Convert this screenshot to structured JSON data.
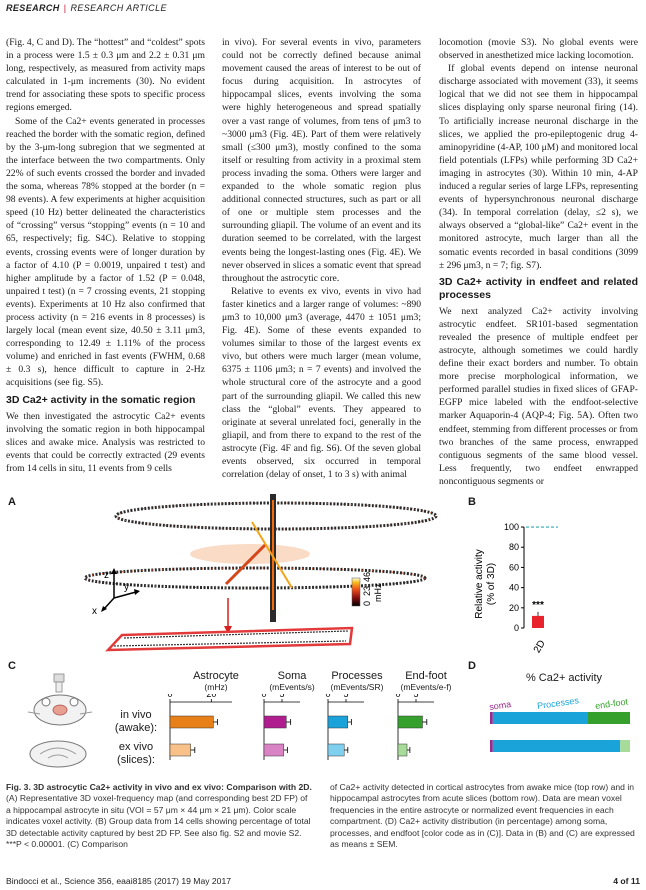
{
  "header": {
    "journal": "RESEARCH",
    "section": "RESEARCH ARTICLE"
  },
  "col1": [
    "(Fig. 4, C and D). The “hottest” and “coldest” spots in a process were 1.5 ± 0.3 μm and 2.2 ± 0.31 μm long, respectively, as measured from activity maps calculated in 1-μm increments (30). No evident trend for associating these spots to specific process regions emerged.",
    "Some of the Ca2+ events generated in processes reached the border with the somatic region, defined by the 3-μm-long subregion that we segmented at the interface between the two compartments. Only 22% of such events crossed the border and invaded the soma, whereas 78% stopped at the border (n = 98 events). A few experiments at higher acquisition speed (10 Hz) better delineated the characteristics of “crossing” versus “stopping” events (n = 10 and 65, respectively; fig. S4C). Relative to stopping events, crossing events were of longer duration by a factor of 4.10 (P = 0.0019, unpaired t test) and higher amplitude by a factor of 1.52 (P = 0.048, unpaired t test) (n = 7 crossing events, 21 stopping events). Experiments at 10 Hz also confirmed that process activity (n = 216 events in 8 processes) is largely local (mean event size, 40.50 ± 3.11 μm3, corresponding to 12.49 ± 1.11% of the process volume) and enriched in fast events (FWHM, 0.68 ± 0.3 s), hence difficult to capture in 2-Hz acquisitions (see fig. S5)."
  ],
  "col1_heading": "3D Ca2+ activity in the somatic region",
  "col1_after": "We then investigated the astrocytic Ca2+ events involving the somatic region in both hippocampal slices and awake mice. Analysis was restricted to events that could be correctly extracted (29 events from 14 cells in situ, 11 events from 9 cells",
  "col2": [
    "in vivo). For several events in vivo, parameters could not be correctly defined because animal movement caused the areas of interest to be out of focus during acquisition. In astrocytes of hippocampal slices, events involving the soma were highly heterogeneous and spread spatially over a vast range of volumes, from tens of μm3 to ~3000 μm3 (Fig. 4E). Part of them were relatively small (≤300 μm3), mostly confined to the soma itself or resulting from activity in a proximal stem process invading the soma. Others were larger and expanded to the whole somatic region plus additional connected structures, such as part or all of one or multiple stem processes and the surrounding gliapil. The volume of an event and its duration seemed to be correlated, with the largest events being the longest-lasting ones (Fig. 4E). We never observed in slices a somatic event that spread throughout the astrocytic core.",
    "Relative to events ex vivo, events in vivo had faster kinetics and a larger range of volumes: ~890 μm3 to 10,000 μm3 (average, 4470 ± 1051 μm3; Fig. 4E). Some of these events expanded to volumes similar to those of the largest events ex vivo, but others were much larger (mean volume, 6375 ± 1106 μm3; n = 7 events) and involved the whole structural core of the astrocyte and a good part of the surrounding gliapil. We called this new class the “global” events. They appeared to originate at several unrelated foci, generally in the gliapil, and from there to expand to the rest of the astrocyte (Fig. 4F and fig. S6). Of the seven global events observed, six occurred in temporal correlation (delay of onset, 1 to 3 s) with animal"
  ],
  "col3": [
    "locomotion (movie S3). No global events were observed in anesthetized mice lacking locomotion.",
    "If global events depend on intense neuronal discharge associated with movement (33), it seems logical that we did not see them in hippocampal slices displaying only sparse neuronal firing (14). To artificially increase neuronal discharge in the slices, we applied the pro-epileptogenic drug 4-aminopyridine (4-AP, 100 μM) and monitored local field potentials (LFPs) while performing 3D Ca2+ imaging in astrocytes (30). Within 10 min, 4-AP induced a regular series of large LFPs, representing events of hypersynchronous neuronal discharge (34). In temporal correlation (delay, ≤2 s), we always observed a “global-like” Ca2+ event in the monitored astrocyte, much larger than all the somatic events recorded in basal conditions (3099 ± 296 μm3, n = 7; fig. S7)."
  ],
  "col3_heading": "3D Ca2+ activity in endfeet and related processes",
  "col3_after": "We next analyzed Ca2+ activity involving astrocytic endfeet. SR101-based segmentation revealed the presence of multiple endfeet per astrocyte, although sometimes we could hardly define their exact borders and number. To obtain more precise morphological information, we performed parallel studies in fixed slices of GFAP-EGFP mice labeled with the endfoot-selective marker Aquaporin-4 (AQP-4; Fig. 5A). Often two endfeet, stemming from different processes or from two branches of the same process, enwrapped contiguous segments of the same blood vessel. Less frequently, two endfeet enwrapped noncontiguous segments or",
  "figure": {
    "labels": {
      "A": "A",
      "B": "B",
      "C": "C",
      "D": "D"
    },
    "panelA": {
      "axis_z": "z",
      "axis_y": "y",
      "axis_x": "x",
      "colorbar_ticks": [
        "0",
        "23",
        "46"
      ],
      "colorbar_unit": "mHz"
    },
    "panelC": {
      "rows": [
        "in vivo\n(awake):",
        "ex vivo\n(slices):"
      ],
      "row_vivo_1": "in vivo",
      "row_vivo_2": "(awake):",
      "row_vitro_1": "ex vivo",
      "row_vitro_2": "(slices):",
      "columns": [
        {
          "title": "Astrocyte",
          "unit": "(mHz)",
          "ticks": [
            "0",
            "20"
          ]
        },
        {
          "title": "Soma",
          "unit": "(mEvents/s)",
          "ticks": [
            "0",
            "5"
          ]
        },
        {
          "title": "Processes",
          "unit": "(mEvents/SR)",
          "ticks": [
            "0",
            "5"
          ]
        },
        {
          "title": "End-foot",
          "unit": "(mEvents/e-f)",
          "ticks": [
            "0",
            "5"
          ]
        }
      ]
    },
    "panelD": {
      "title": "% Ca2+ activity",
      "labels": {
        "soma": "soma",
        "processes": "Processes",
        "endfoot": "end-foot"
      }
    }
  },
  "chart_data": [
    {
      "type": "bar",
      "panel": "B",
      "categories": [
        "2D"
      ],
      "values": [
        12
      ],
      "reference_line": 100,
      "ylabel": "Relative activity\n(% of 3D)",
      "yticks": [
        0,
        20,
        40,
        60,
        80,
        100
      ],
      "ylim": [
        0,
        105
      ],
      "annotation": "***",
      "colors": {
        "bar": "#e8232b",
        "reference": "#2aa8b4"
      }
    },
    {
      "type": "bar",
      "panel": "C",
      "orientation": "horizontal",
      "categories": [
        "in vivo (awake)",
        "ex vivo (slices)"
      ],
      "series": [
        {
          "name": "Astrocyte",
          "values": [
            21,
            10
          ],
          "errors": [
            2,
            2
          ],
          "xlim": [
            0,
            30
          ],
          "colors": [
            "#e8801a",
            "#f7c189"
          ]
        },
        {
          "name": "Soma",
          "values": [
            6.2,
            5.5
          ],
          "errors": [
            1.2,
            1.0
          ],
          "xlim": [
            0,
            10
          ],
          "colors": [
            "#b01d8e",
            "#d983c4"
          ]
        },
        {
          "name": "Processes",
          "values": [
            5.5,
            4.5
          ],
          "errors": [
            1.0,
            1.0
          ],
          "xlim": [
            0,
            10
          ],
          "colors": [
            "#1aa3d9",
            "#7fd0ef"
          ]
        },
        {
          "name": "End-foot",
          "values": [
            6.8,
            2.5
          ],
          "errors": [
            1.2,
            0.8
          ],
          "xlim": [
            0,
            10
          ],
          "colors": [
            "#35a12c",
            "#a7db9a"
          ]
        }
      ]
    },
    {
      "type": "bar",
      "panel": "D",
      "orientation": "stacked-horizontal",
      "categories": [
        "in vivo (awake)",
        "ex vivo (slices)"
      ],
      "series": [
        {
          "name": "soma",
          "values": [
            2,
            2
          ],
          "color": "#9c2a8e"
        },
        {
          "name": "Processes",
          "values": [
            68,
            91
          ],
          "color": "#1aa3d9"
        },
        {
          "name": "end-foot",
          "values": [
            30,
            7
          ],
          "colors": [
            "#35a12c",
            "#a7db9a"
          ]
        }
      ]
    }
  ],
  "caption": {
    "title": "Fig. 3. 3D astrocytic Ca2+ activity in vivo and ex vivo: Comparison with 2D.",
    "left": "(A) Representative 3D voxel-frequency map (and corresponding best 2D FP) of a hippocampal astrocyte in situ (VOI = 57 μm × 44 μm × 21 μm). Color scale indicates voxel activity. (B) Group data from 14 cells showing percentage of total 3D detectable activity captured by best 2D FP. See also fig. S2 and movie S2. ***P < 0.00001. (C) Comparison",
    "right": "of Ca2+ activity detected in cortical astrocytes from awake mice (top row) and in hippocampal astrocytes from acute slices (bottom row). Data are mean voxel frequencies in the entire astrocyte or normalized event frequencies in each compartment. (D) Ca2+ activity distribution (in percentage) among soma, processes, and endfoot [color code as in (C)]. Data in (B) and (C) are expressed as means ± SEM."
  },
  "footer": {
    "left": "Bindocci et al., Science 356, eaai8185 (2017)     19 May 2017",
    "right": "4 of 11"
  }
}
